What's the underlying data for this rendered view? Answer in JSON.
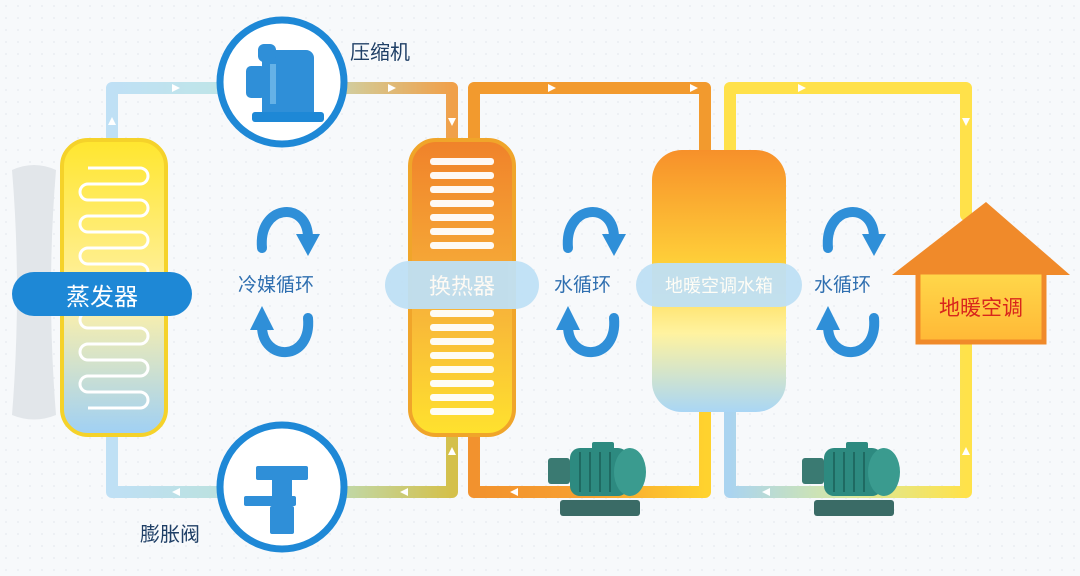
{
  "components": {
    "compressor": "压缩机",
    "expansion_valve": "膨胀阀",
    "evaporator": "蒸发器",
    "heat_exchanger": "换热器",
    "water_tank": "地暖空调水箱",
    "house": "地暖空调"
  },
  "cycles": {
    "refrigerant": "冷媒循环",
    "water_1": "水循环",
    "water_2": "水循环"
  },
  "colors": {
    "cold_pipe": "#bfe0f5",
    "hot_pipe": "#f29a2e",
    "warm_pipe": "#ffe14a",
    "accent_blue": "#1e88d6",
    "house_orange": "#f08a2a"
  }
}
